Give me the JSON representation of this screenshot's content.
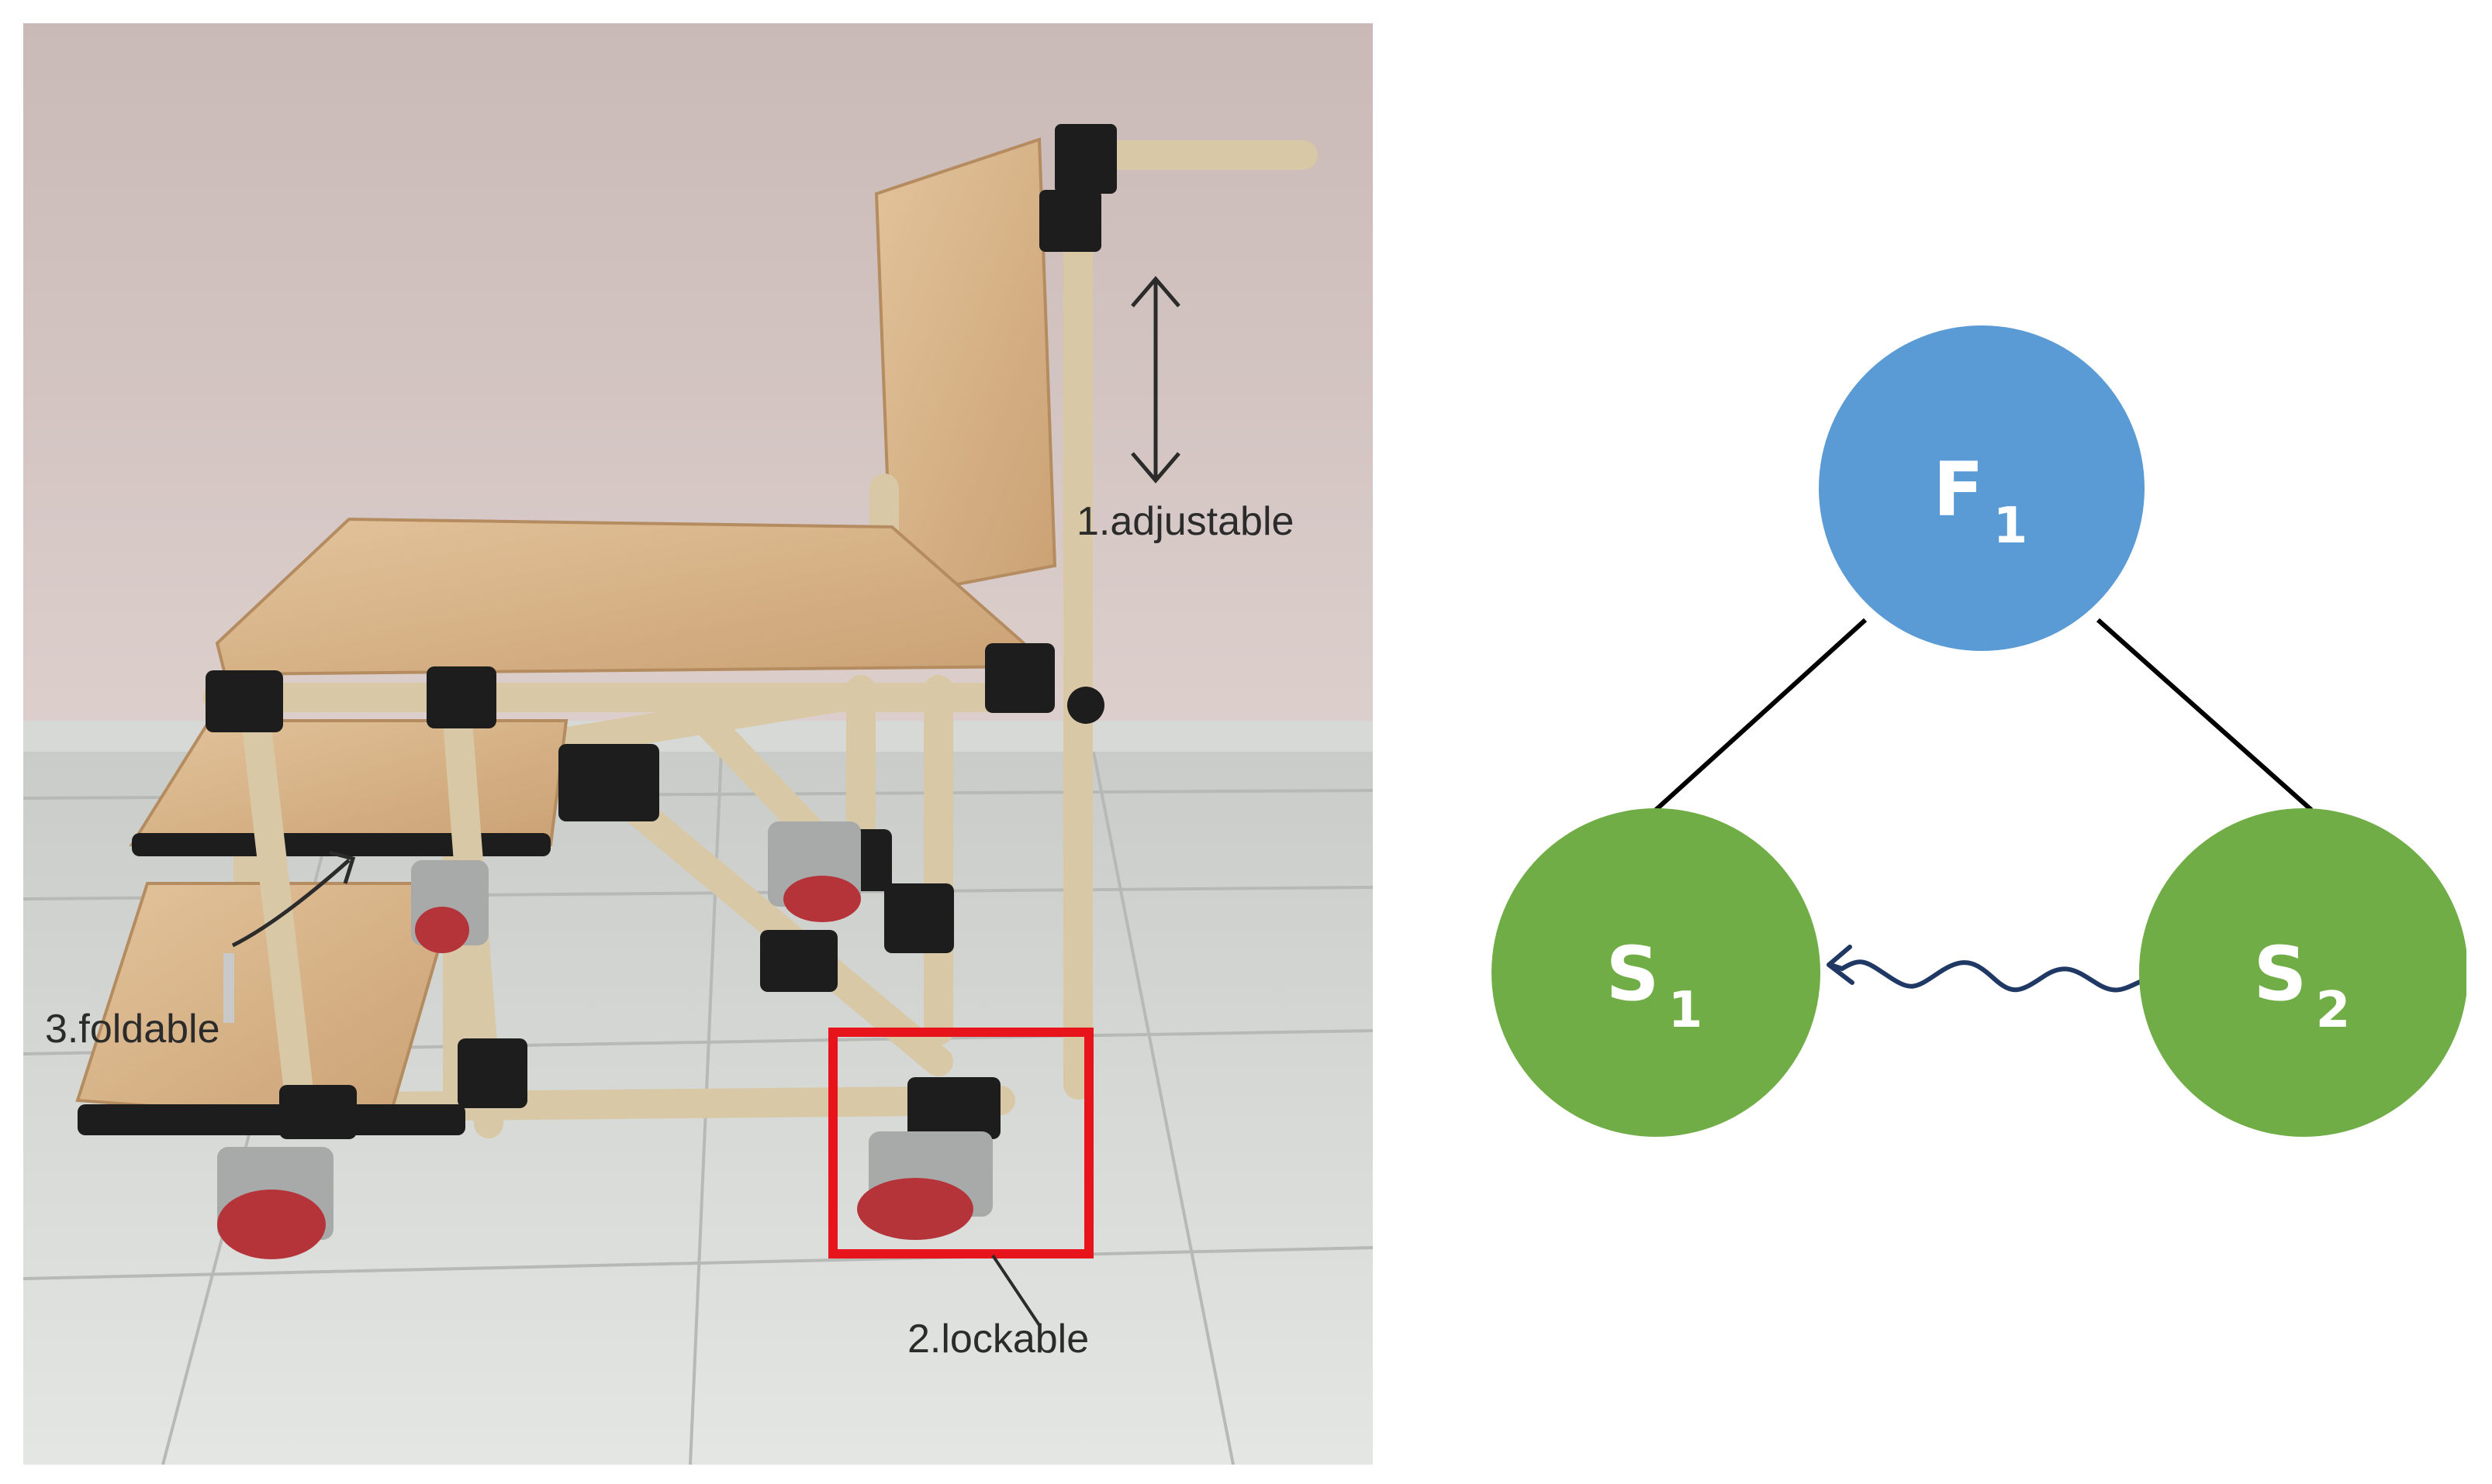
{
  "photo": {
    "labels": {
      "adjustable": "1.adjustable",
      "lockable": "2.lockable",
      "foldable": "3.foldable"
    },
    "highlight_color": "#e8141c"
  },
  "diagram": {
    "nodes": {
      "f1": {
        "letter": "F",
        "index": "1",
        "color": "#5b9bd5"
      },
      "s1": {
        "letter": "S",
        "index": "1",
        "color": "#70ad47"
      },
      "s2": {
        "letter": "S",
        "index": "2",
        "color": "#70ad47"
      }
    },
    "edge_color": "#000000",
    "wavy_arrow_color": "#1f3864"
  }
}
